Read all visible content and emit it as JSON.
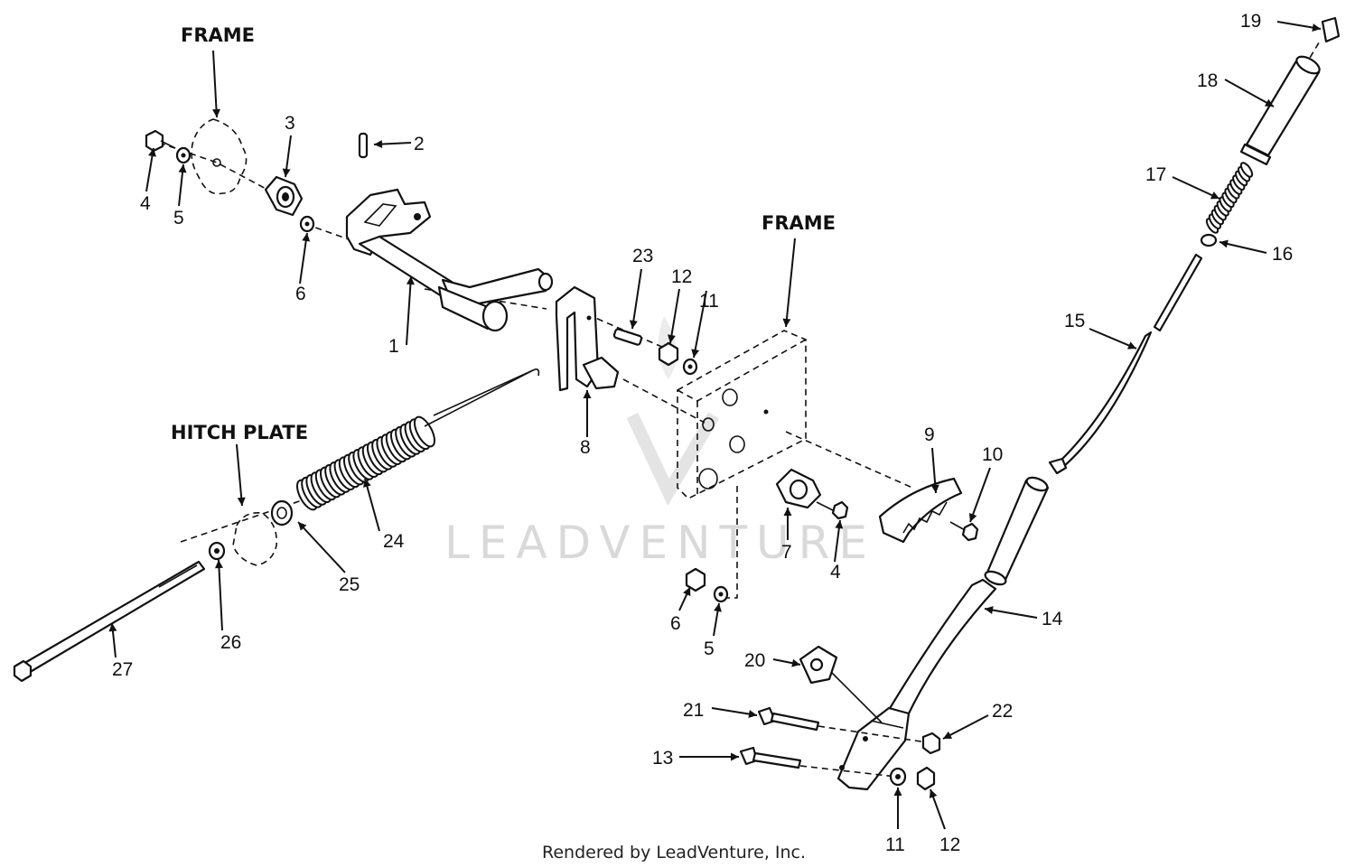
{
  "labels": {
    "frame_left": "FRAME",
    "frame_center": "FRAME",
    "hitch_plate": "HITCH PLATE"
  },
  "callouts": [
    {
      "id": "c1",
      "text": "1"
    },
    {
      "id": "c2",
      "text": "2"
    },
    {
      "id": "c3",
      "text": "3"
    },
    {
      "id": "c4a",
      "text": "4"
    },
    {
      "id": "c5a",
      "text": "5"
    },
    {
      "id": "c6a",
      "text": "6"
    },
    {
      "id": "c7",
      "text": "7"
    },
    {
      "id": "c4b",
      "text": "4"
    },
    {
      "id": "c8",
      "text": "8"
    },
    {
      "id": "c9",
      "text": "9"
    },
    {
      "id": "c10",
      "text": "10"
    },
    {
      "id": "c11a",
      "text": "11"
    },
    {
      "id": "c12a",
      "text": "12"
    },
    {
      "id": "c23",
      "text": "23"
    },
    {
      "id": "c6b",
      "text": "6"
    },
    {
      "id": "c5b",
      "text": "5"
    },
    {
      "id": "c24",
      "text": "24"
    },
    {
      "id": "c25",
      "text": "25"
    },
    {
      "id": "c26",
      "text": "26"
    },
    {
      "id": "c27",
      "text": "27"
    },
    {
      "id": "c14",
      "text": "14"
    },
    {
      "id": "c15",
      "text": "15"
    },
    {
      "id": "c16",
      "text": "16"
    },
    {
      "id": "c17",
      "text": "17"
    },
    {
      "id": "c18",
      "text": "18"
    },
    {
      "id": "c19",
      "text": "19"
    },
    {
      "id": "c20",
      "text": "20"
    },
    {
      "id": "c21",
      "text": "21"
    },
    {
      "id": "c22",
      "text": "22"
    },
    {
      "id": "c13",
      "text": "13"
    },
    {
      "id": "c11b",
      "text": "11"
    },
    {
      "id": "c12b",
      "text": "12"
    }
  ],
  "watermark": "LEADVENTURE",
  "footer": "Rendered by LeadVenture, Inc."
}
